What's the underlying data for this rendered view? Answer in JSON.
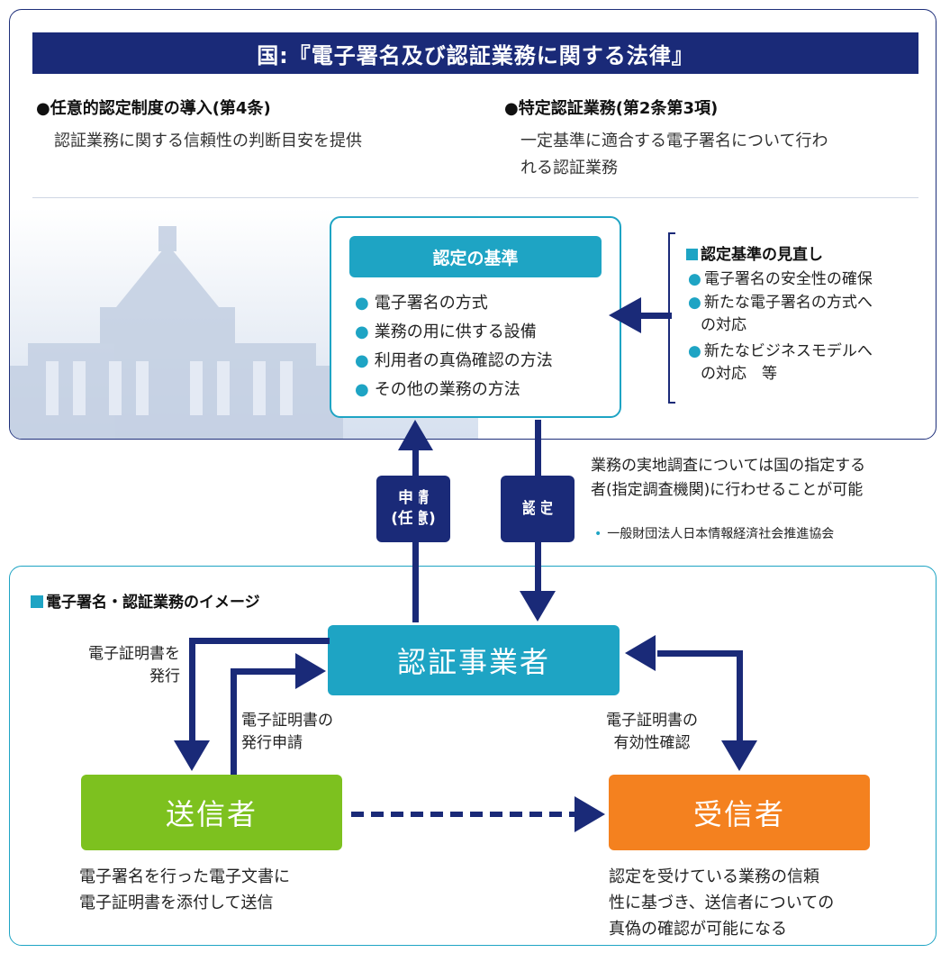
{
  "title": "国:『電子署名及び認証業務に関する法律』",
  "left_section": {
    "head": "●任意的認定制度の導入(第4条)",
    "body": "認証業務に関する信頼性の判断目安を提供"
  },
  "right_section": {
    "head": "●特定認証業務(第2条第3項)",
    "body_lines": [
      "一定基準に適合する電子署名について行わ",
      "れる認証業務"
    ]
  },
  "criteria": {
    "title": "認定の基準",
    "items": [
      "電子署名の方式",
      "業務の用に供する設備",
      "利用者の真偽確認の方法",
      "その他の業務の方法"
    ]
  },
  "review": {
    "title": "認定基準の見直し",
    "items": [
      [
        "電子署名の安全性の確保"
      ],
      [
        "新たな電子署名の方式へ",
        "の対応"
      ],
      [
        "新たなビジネスモデルへ",
        "の対応　等"
      ]
    ]
  },
  "apply_label": [
    "申請",
    "(任意)"
  ],
  "certify_label": "認定",
  "survey": {
    "lines": [
      "業務の実地調査については国の指定する",
      "者(指定調査機関)に行わせることが可能"
    ],
    "note": "一般財団法人日本情報経済社会推進協会"
  },
  "image_title": "電子署名・認証業務のイメージ",
  "ca_label": "認証事業者",
  "sender_label": "送信者",
  "receiver_label": "受信者",
  "issue_label": [
    "電子証明書を",
    "発行"
  ],
  "request_label": [
    "電子証明書の",
    "発行申請"
  ],
  "validity_label": [
    "電子証明書の",
    "有効性確認"
  ],
  "sender_text": [
    "電子署名を行った電子文書に",
    "電子証明書を添付して送信"
  ],
  "receiver_text": [
    "認定を受けている業務の信頼",
    "性に基づき、送信者についての",
    "真偽の確認が可能になる"
  ],
  "colors": {
    "navy": "#1a2a78",
    "cyan": "#1ea4c4",
    "green": "#7dc11f",
    "orange": "#f4811f"
  }
}
